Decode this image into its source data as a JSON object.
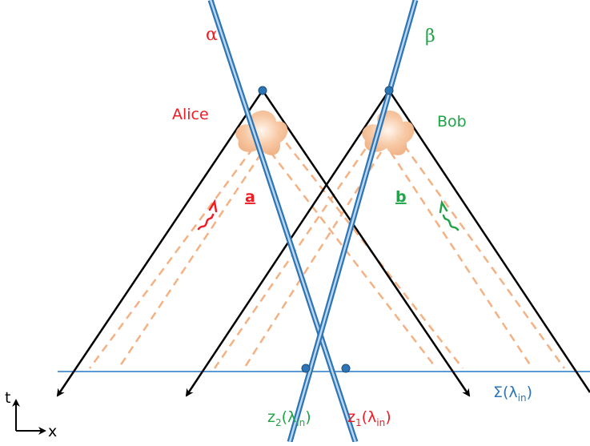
{
  "colors": {
    "red": "#ee1c25",
    "green": "#21a348",
    "blue": "#2e75b6",
    "black": "#000000",
    "dashed": "#f4b183",
    "blob": "#f7c6a0"
  },
  "labels": {
    "alpha": "α",
    "beta": "β",
    "alice": "Alice",
    "bob": "Bob",
    "a": "a",
    "b": "b",
    "sigma": "Σ(λ",
    "sigma_sub": "in",
    "sigma_close": ")",
    "z2": "z",
    "z2_index": "2",
    "z2_arg": "(λ",
    "z2_sub": "in",
    "z2_close": ")",
    "z1": "z",
    "z1_index": "1",
    "z1_arg": "(λ",
    "z1_sub": "in",
    "z1_close": ")",
    "axis_t": "t",
    "axis_x": "x"
  }
}
